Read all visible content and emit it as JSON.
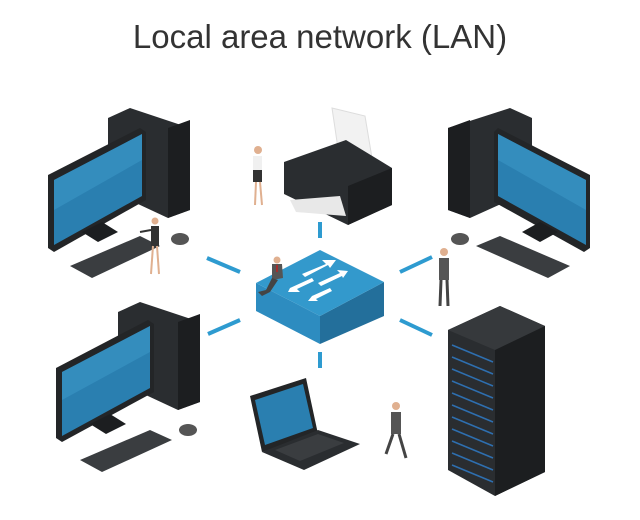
{
  "title": "Local area network (LAN)",
  "colors": {
    "accent": "#2e9bd0",
    "switch_top": "#3399cc",
    "switch_left": "#2d8cc0",
    "switch_right": "#236f9b",
    "device_dark": "#2a2d30",
    "screen": "#2a7fb0"
  },
  "nodes": [
    "desktop-top-left",
    "printer",
    "desktop-top-right",
    "desktop-bottom-left",
    "laptop",
    "server-rack"
  ]
}
